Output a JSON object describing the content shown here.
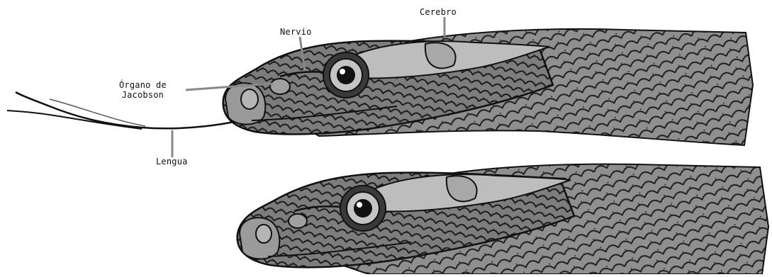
{
  "labels": {
    "cerebro": "Cerebro",
    "nervio": "Nervio",
    "organo_line1": "Órgano de",
    "organo_line2": "Jacobson",
    "lengua": "Lengua"
  }
}
